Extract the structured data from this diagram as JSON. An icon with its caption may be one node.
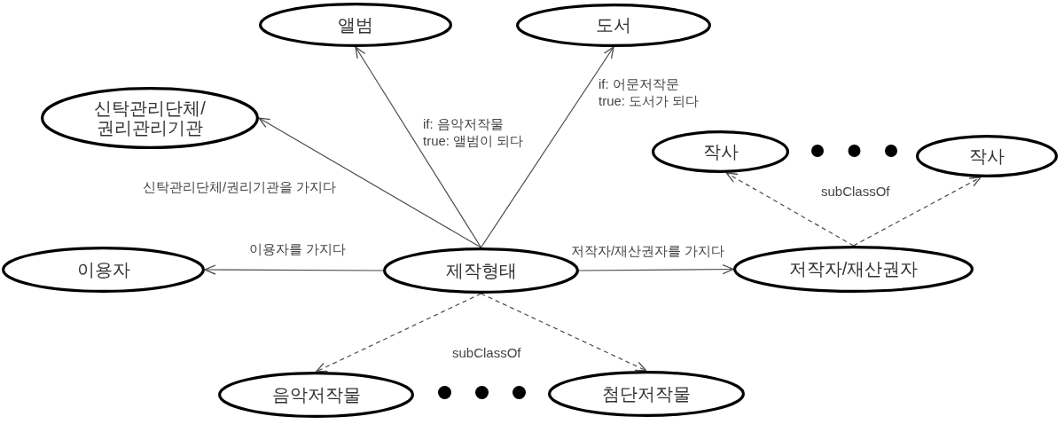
{
  "diagram": {
    "nodes": [
      {
        "text": [
          "앨범"
        ]
      },
      {
        "text": [
          "도서"
        ]
      },
      {
        "text": [
          "신탁관리단체/ 권리관리기관"
        ]
      },
      {
        "text": [
          "작사"
        ]
      },
      {
        "text": [
          "작사"
        ]
      },
      {
        "text": [
          "이용자"
        ]
      },
      {
        "text": [
          "제작형태"
        ]
      },
      {
        "text": [
          "저작자/재산권자"
        ]
      },
      {
        "text": [
          "음악저작물"
        ]
      },
      {
        "text": [
          "첨단저작물"
        ]
      }
    ],
    "edges": [
      {
        "from": 6,
        "to": 0,
        "arrow": "to",
        "label": "if: 음악저작물 true: 앨범이 되다"
      },
      {
        "from": 6,
        "to": 1,
        "arrow": "to",
        "label": "if: 어문저작문 true: 도서가 되다"
      },
      {
        "from": 6,
        "to": 2,
        "arrow": "to",
        "label": "신탁관리단체/권리기관을 가지다"
      },
      {
        "from": 6,
        "to": 5,
        "arrow": "to",
        "label": "이용자를 가지다"
      },
      {
        "from": 6,
        "to": 7,
        "arrow": "to",
        "label": "저작자/재산권자를 가지다"
      },
      {
        "from": 7,
        "to": 3,
        "arrow": "to",
        "style": "dashed"
      },
      {
        "from": 7,
        "to": 4,
        "arrow": "to",
        "style": "dashed"
      },
      {
        "from": 6,
        "to": 8,
        "arrow": "to",
        "style": "dashed"
      },
      {
        "from": 6,
        "to": 9,
        "arrow": "to",
        "style": "dashed"
      }
    ],
    "labels": [
      "subClassOf",
      "subClassOf"
    ]
  }
}
